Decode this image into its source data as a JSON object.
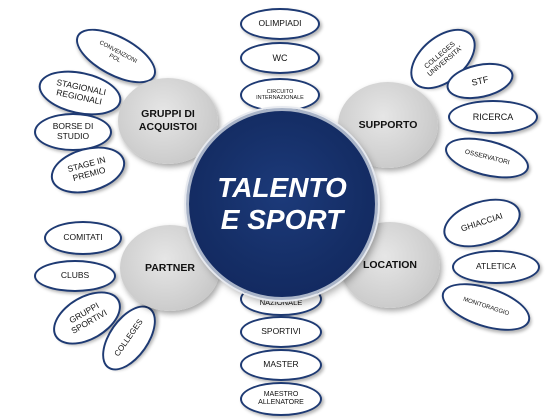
{
  "center": {
    "label": "TALENTO\nE SPORT"
  },
  "hubs": {
    "gruppi": "GRUPPI DI\nACQUISTOI",
    "supporto": "SUPPORTO",
    "partner": "PARTNER",
    "location": "LOCATION"
  },
  "top_leaves": {
    "olimpiadi": "OLIMPIADI",
    "wc": "WC",
    "circuito_internazionale": "CIRCUITO\nINTERNAZIONALE"
  },
  "bottom_leaves": {
    "circuito_nazionale": "CIRCUITO\nNAZIONALE",
    "sportivi": "SPORTIVI",
    "master": "MASTER",
    "maestro_allenatore": "MAESTRO\nALLENATORE"
  },
  "gruppi_leaves": {
    "convenzioni": "CONVENZIONI\nPOL",
    "stagionali": "STAGIONALI\nREGIONALI",
    "borse": "BORSE DI\nSTUDIO",
    "stage": "STAGE IN\nPREMIO"
  },
  "supporto_leaves": {
    "colleges_univ": "COLLEGES\nUNIVERSITA'",
    "stf": "STF",
    "ricerca": "RICERCA",
    "osservatori": "OSSERVATORI"
  },
  "partner_leaves": {
    "comitati": "COMITATI",
    "clubs": "CLUBS",
    "gruppi_sportivi": "GRUPPI\nSPORTIVI",
    "colleges": "COLLEGES"
  },
  "location_leaves": {
    "ghiacciai": "GHIACCIAI",
    "atletica": "ATLETICA",
    "monitoraggio": "MONITORAGGIO"
  },
  "colors": {
    "center_fill": "#152e66",
    "leaf_border": "#1e3a73",
    "hub_fill": "#cfcfcf"
  }
}
